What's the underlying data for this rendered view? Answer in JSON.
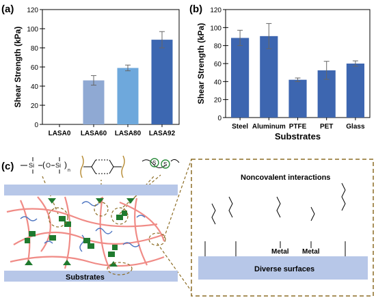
{
  "panels": {
    "a": "(a)",
    "b": "(b)",
    "c": "(c)"
  },
  "chart_data": [
    {
      "type": "bar",
      "panel": "(a)",
      "categories": [
        "LASA0",
        "LASA60",
        "LASA80",
        "LASA92"
      ],
      "values": [
        0,
        46,
        59,
        88.5
      ],
      "errors": [
        0,
        5,
        3,
        8.5
      ],
      "colors": [
        "#9db3d8",
        "#8fa9d3",
        "#6ea8dc",
        "#3c67b1"
      ],
      "ylabel": "Shear Strength (kPa)",
      "xlabel": "",
      "ylim": [
        0,
        120
      ],
      "yticks": [
        0,
        20,
        40,
        60,
        80,
        100,
        120
      ]
    },
    {
      "type": "bar",
      "panel": "(b)",
      "categories": [
        "Steel",
        "Aluminum",
        "PTFE",
        "PET",
        "Glass"
      ],
      "values": [
        88.5,
        90.5,
        42,
        52.5,
        60
      ],
      "errors": [
        8.5,
        14,
        2,
        10,
        3
      ],
      "colors": [
        "#3d66b0",
        "#3d66b0",
        "#3d66b0",
        "#3d66b0",
        "#3d66b0"
      ],
      "ylabel": "Shear Strength (kPa)",
      "xlabel": "Substrates",
      "ylim": [
        0,
        120
      ],
      "yticks": [
        0,
        20,
        40,
        60,
        80,
        100,
        120
      ]
    }
  ],
  "diagram": {
    "substrates_label": "Substrates",
    "noncovalent_title": "Noncovalent interactions",
    "diverse_surfaces": "Diverse surfaces",
    "metal_1": "Metal",
    "metal_2": "Metal",
    "siloxane": {
      "si1": "Si",
      "o": "O",
      "si2": "Si",
      "n": "n"
    },
    "sulfur_1": "S",
    "sulfur_2": "S"
  }
}
